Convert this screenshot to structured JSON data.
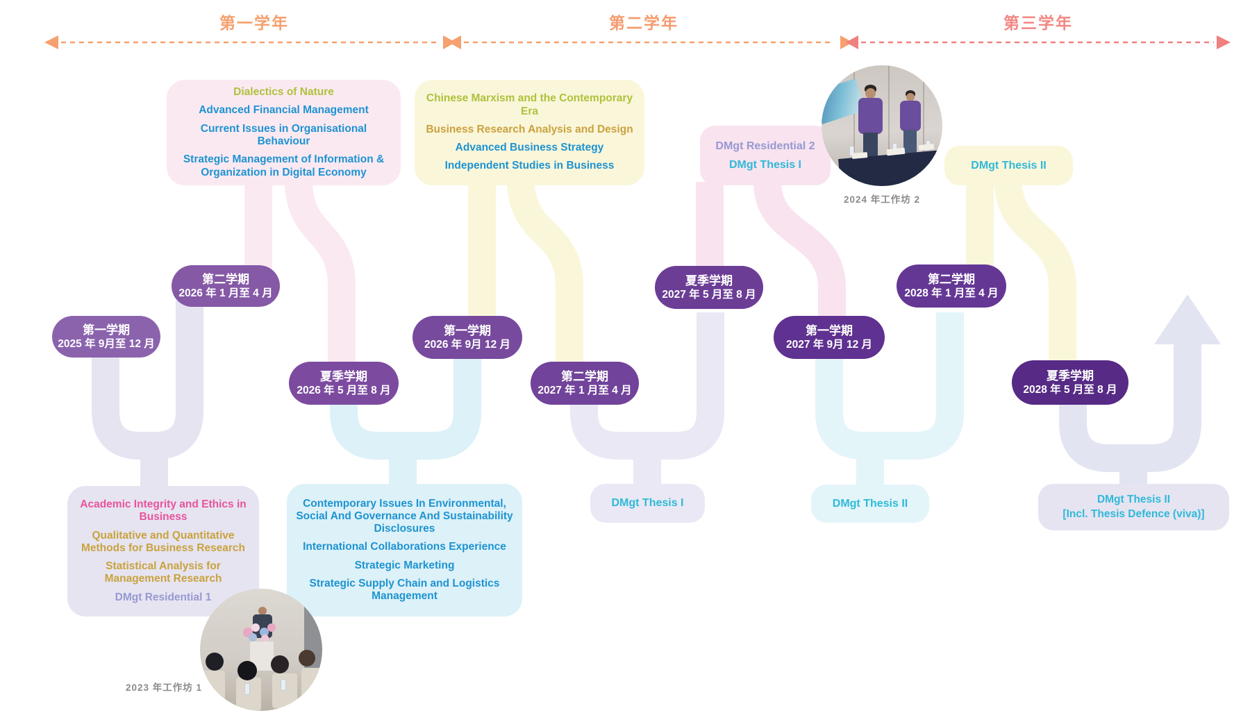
{
  "palette": {
    "year1": "#F5A06E",
    "year2": "#F59B6F",
    "year3": "#F28782",
    "timeline_orange": "#F5A06E",
    "timeline_coral": "#F08080",
    "pink_box": "#FBE9F2",
    "pink_box_alt": "#F8E3EF",
    "yellow_box": "#FAF6DA",
    "lavender_box": "#E6E4F1",
    "lavender_box_alt": "#E9E8F4",
    "cyan_box": "#DCF1F8",
    "cyan_box_alt": "#E3F5F9",
    "uturn": "#E3E4F2",
    "olive_text": "#AEC23B",
    "blue_text": "#1E93D1",
    "gold_text": "#C9A23E",
    "magenta_text": "#E8539C",
    "residential_text": "#9899D2",
    "thesis_text": "#2FB9D8",
    "caption_text": "#8A8A8A",
    "pill_a1": "#8B63AD",
    "pill_a2": "#8559A6",
    "pill_a3": "#7C4BA0",
    "pill_b1": "#774A9D",
    "pill_b2": "#71439A",
    "pill_b3": "#6B3D95",
    "pill_c1": "#5F3190",
    "pill_c2": "#643795",
    "pill_c3": "#562A85"
  },
  "header": {
    "year1": "第一学年",
    "year2": "第二学年",
    "year3": "第三学年"
  },
  "pills": {
    "a1": {
      "term": "第一学期",
      "dates": "2025 年 9月至 12 月"
    },
    "a2": {
      "term": "第二学期",
      "dates": "2026 年 1 月至 4 月"
    },
    "a3": {
      "term": "夏季学期",
      "dates": "2026 年 5 月至 8 月"
    },
    "b1": {
      "term": "第一学期",
      "dates": "2026 年 9月 12 月"
    },
    "b2": {
      "term": "第二学期",
      "dates": "2027 年 1 月至 4 月"
    },
    "b3": {
      "term": "夏季学期",
      "dates": "2027 年 5 月至 8 月"
    },
    "c1": {
      "term": "第一学期",
      "dates": "2027 年 9月 12 月"
    },
    "c2": {
      "term": "第二学期",
      "dates": "2028 年 1 月至 4 月"
    },
    "c3": {
      "term": "夏季学期",
      "dates": "2028 年 5 月至 8 月"
    }
  },
  "top_boxes": {
    "year1_courses": {
      "courses": [
        "Dialectics of Nature",
        "Advanced Financial Management",
        "Current Issues in Organisational Behaviour",
        "Strategic Management of Information & Organization in Digital Economy"
      ]
    },
    "year2_courses": {
      "courses": [
        "Chinese Marxism and the Contemporary Era",
        "Business Research Analysis and Design",
        "Advanced Business Strategy",
        "Independent Studies in Business"
      ]
    },
    "residential2": {
      "courses": [
        "DMgt Residential 2",
        "DMgt Thesis I"
      ]
    },
    "thesis2_top": {
      "courses": [
        "DMgt Thesis II"
      ]
    }
  },
  "bottom_boxes": {
    "year1_summer": {
      "courses": [
        "Academic Integrity and Ethics in Business",
        "Qualitative and Quantitative Methods for Business Research",
        "Statistical Analysis for Management Research",
        "DMgt Residential 1"
      ]
    },
    "year2_summer": {
      "courses": [
        "Contemporary Issues In Environmental, Social And Governance And Sustainability Disclosures",
        "International Collaborations Experience",
        "Strategic Marketing",
        "Strategic Supply Chain and Logistics Management"
      ]
    },
    "thesis1": {
      "label": "DMgt Thesis I"
    },
    "thesis2": {
      "label": "DMgt Thesis II"
    },
    "thesis2_final": {
      "line1": "DMgt Thesis II",
      "line2": "[Incl. Thesis Defence (viva)]"
    }
  },
  "photos": {
    "workshop1": {
      "caption": "2023 年工作坊 1"
    },
    "workshop2": {
      "caption": "2024 年工作坊 2"
    }
  }
}
